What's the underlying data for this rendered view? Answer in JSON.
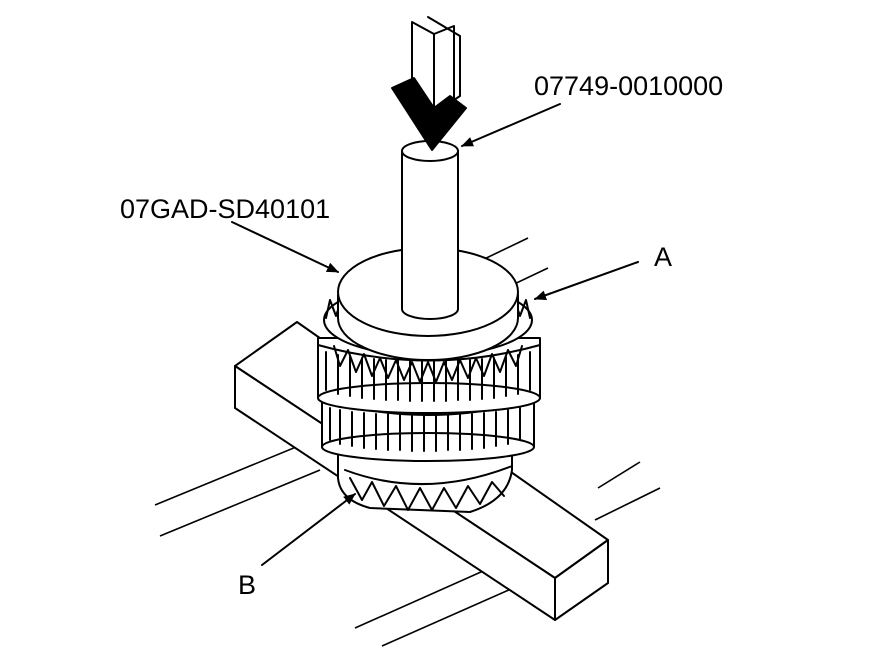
{
  "labels": {
    "tool_top": "07749-0010000",
    "tool_left": "07GAD-SD40101",
    "part_a": "A",
    "part_b": "B"
  },
  "colors": {
    "ink": "#000000",
    "paper": "#ffffff"
  }
}
